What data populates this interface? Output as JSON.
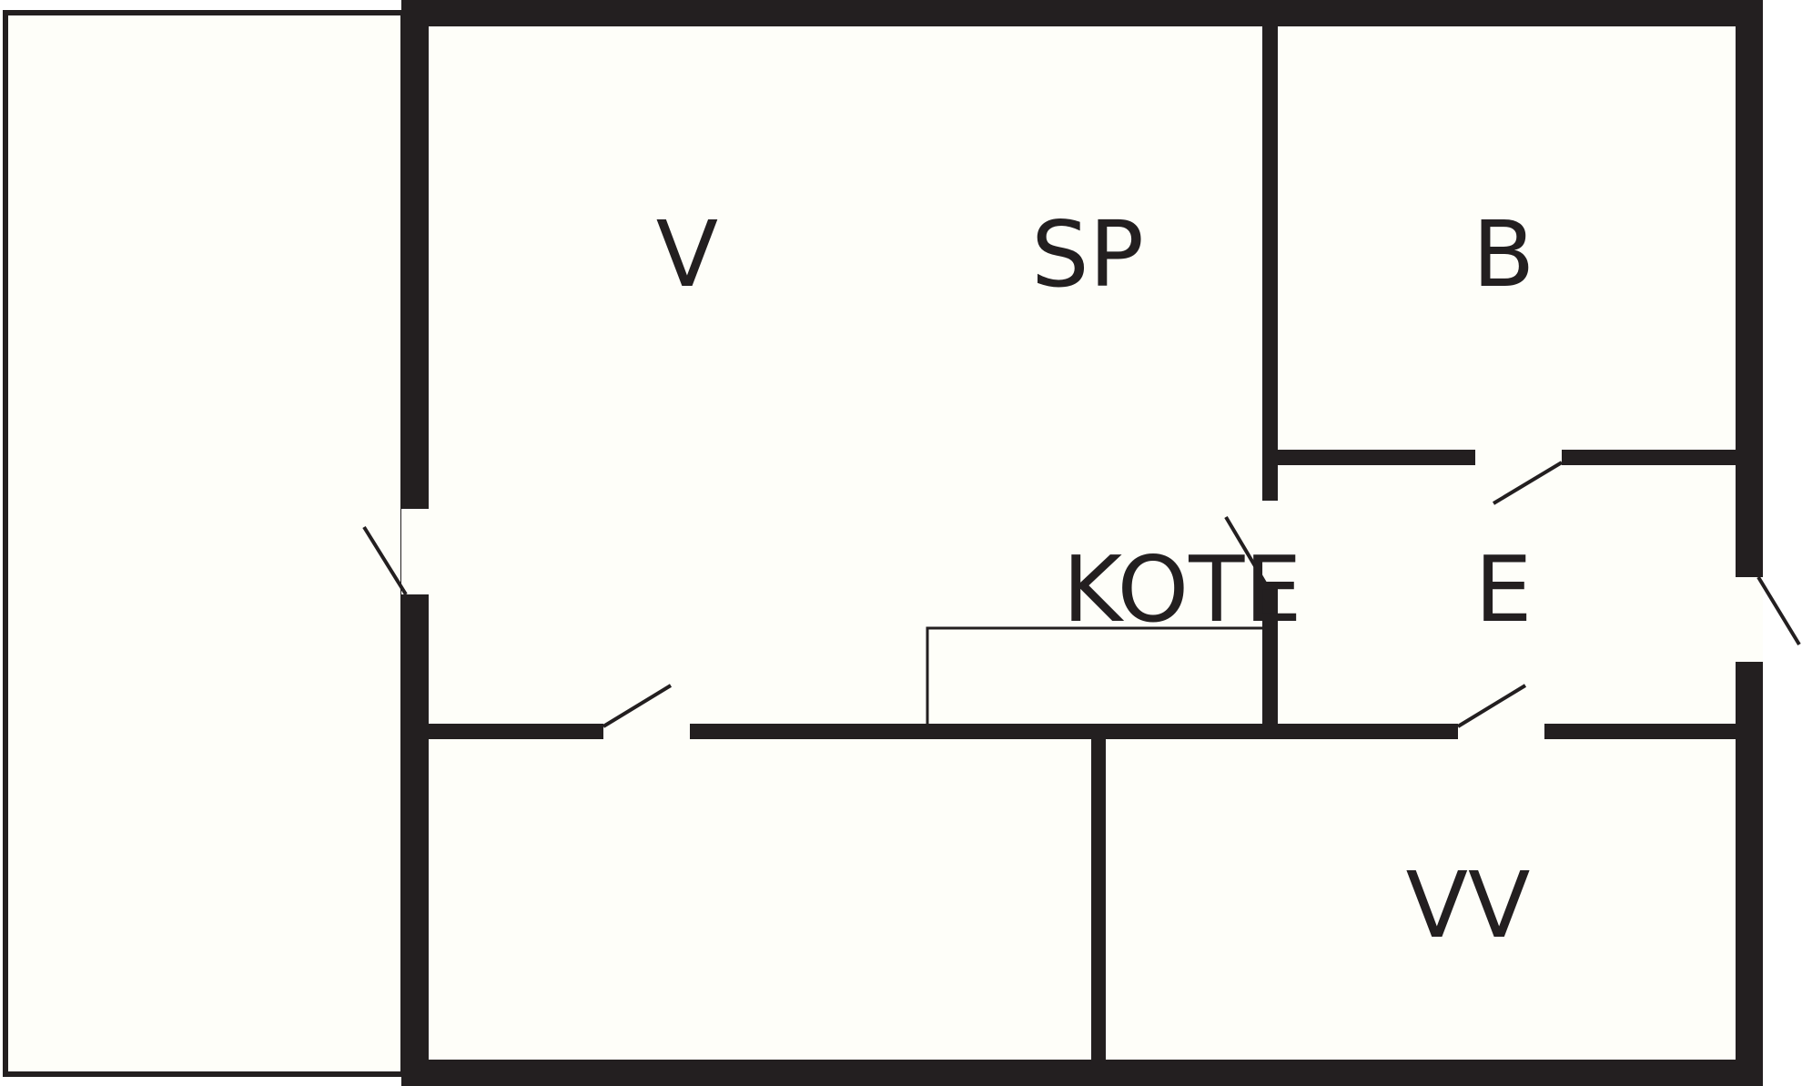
{
  "colors": {
    "wall": "#231f20",
    "floor": "#fefef9",
    "background": "#ffffff"
  },
  "rooms": {
    "v": "V",
    "sp": "SP",
    "b": "B",
    "kote": "KOTE",
    "e": "E",
    "vv": "VV"
  }
}
